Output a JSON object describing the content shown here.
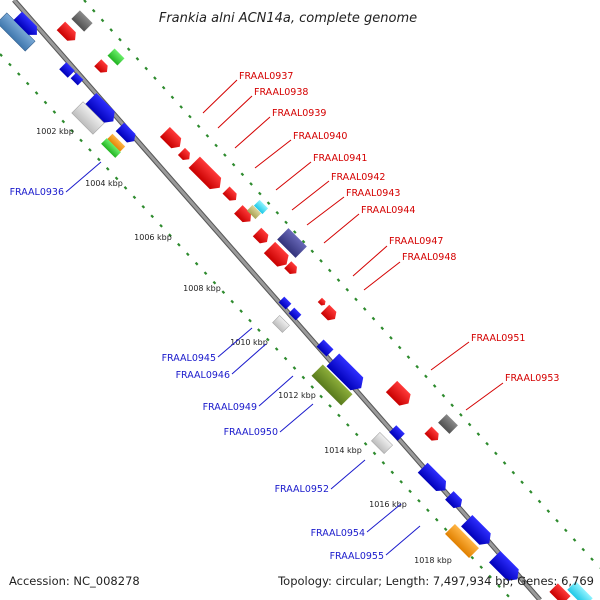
{
  "title": "Frankia alni ACN14a, complete genome",
  "accession": "Accession: NC_008278",
  "topology": "Topology: circular; Length: 7,497,934 bp; Genes: 6,769",
  "colors": {
    "forward_label": "#d40000",
    "reverse_label": "#1a1acc",
    "backbone": "#8c8c8c",
    "tick": "#2e8b2e"
  },
  "ticks": [
    {
      "label": "1002 kbp"
    },
    {
      "label": "1004 kbp"
    },
    {
      "label": "1006 kbp"
    },
    {
      "label": "1008 kbp"
    },
    {
      "label": "1010 kbp"
    },
    {
      "label": "1012 kbp"
    },
    {
      "label": "1014 kbp"
    },
    {
      "label": "1016 kbp"
    },
    {
      "label": "1018 kbp"
    }
  ],
  "genes_forward": [
    {
      "label": "FRAAL0937"
    },
    {
      "label": "FRAAL0938"
    },
    {
      "label": "FRAAL0939"
    },
    {
      "label": "FRAAL0940"
    },
    {
      "label": "FRAAL0941"
    },
    {
      "label": "FRAAL0942"
    },
    {
      "label": "FRAAL0943"
    },
    {
      "label": "FRAAL0944"
    },
    {
      "label": "FRAAL0947"
    },
    {
      "label": "FRAAL0948"
    },
    {
      "label": "FRAAL0951"
    },
    {
      "label": "FRAAL0953"
    }
  ],
  "genes_reverse": [
    {
      "label": "FRAAL0936"
    },
    {
      "label": "FRAAL0945"
    },
    {
      "label": "FRAAL0946"
    },
    {
      "label": "FRAAL0949"
    },
    {
      "label": "FRAAL0950"
    },
    {
      "label": "FRAAL0952"
    },
    {
      "label": "FRAAL0954"
    },
    {
      "label": "FRAAL0955"
    }
  ]
}
